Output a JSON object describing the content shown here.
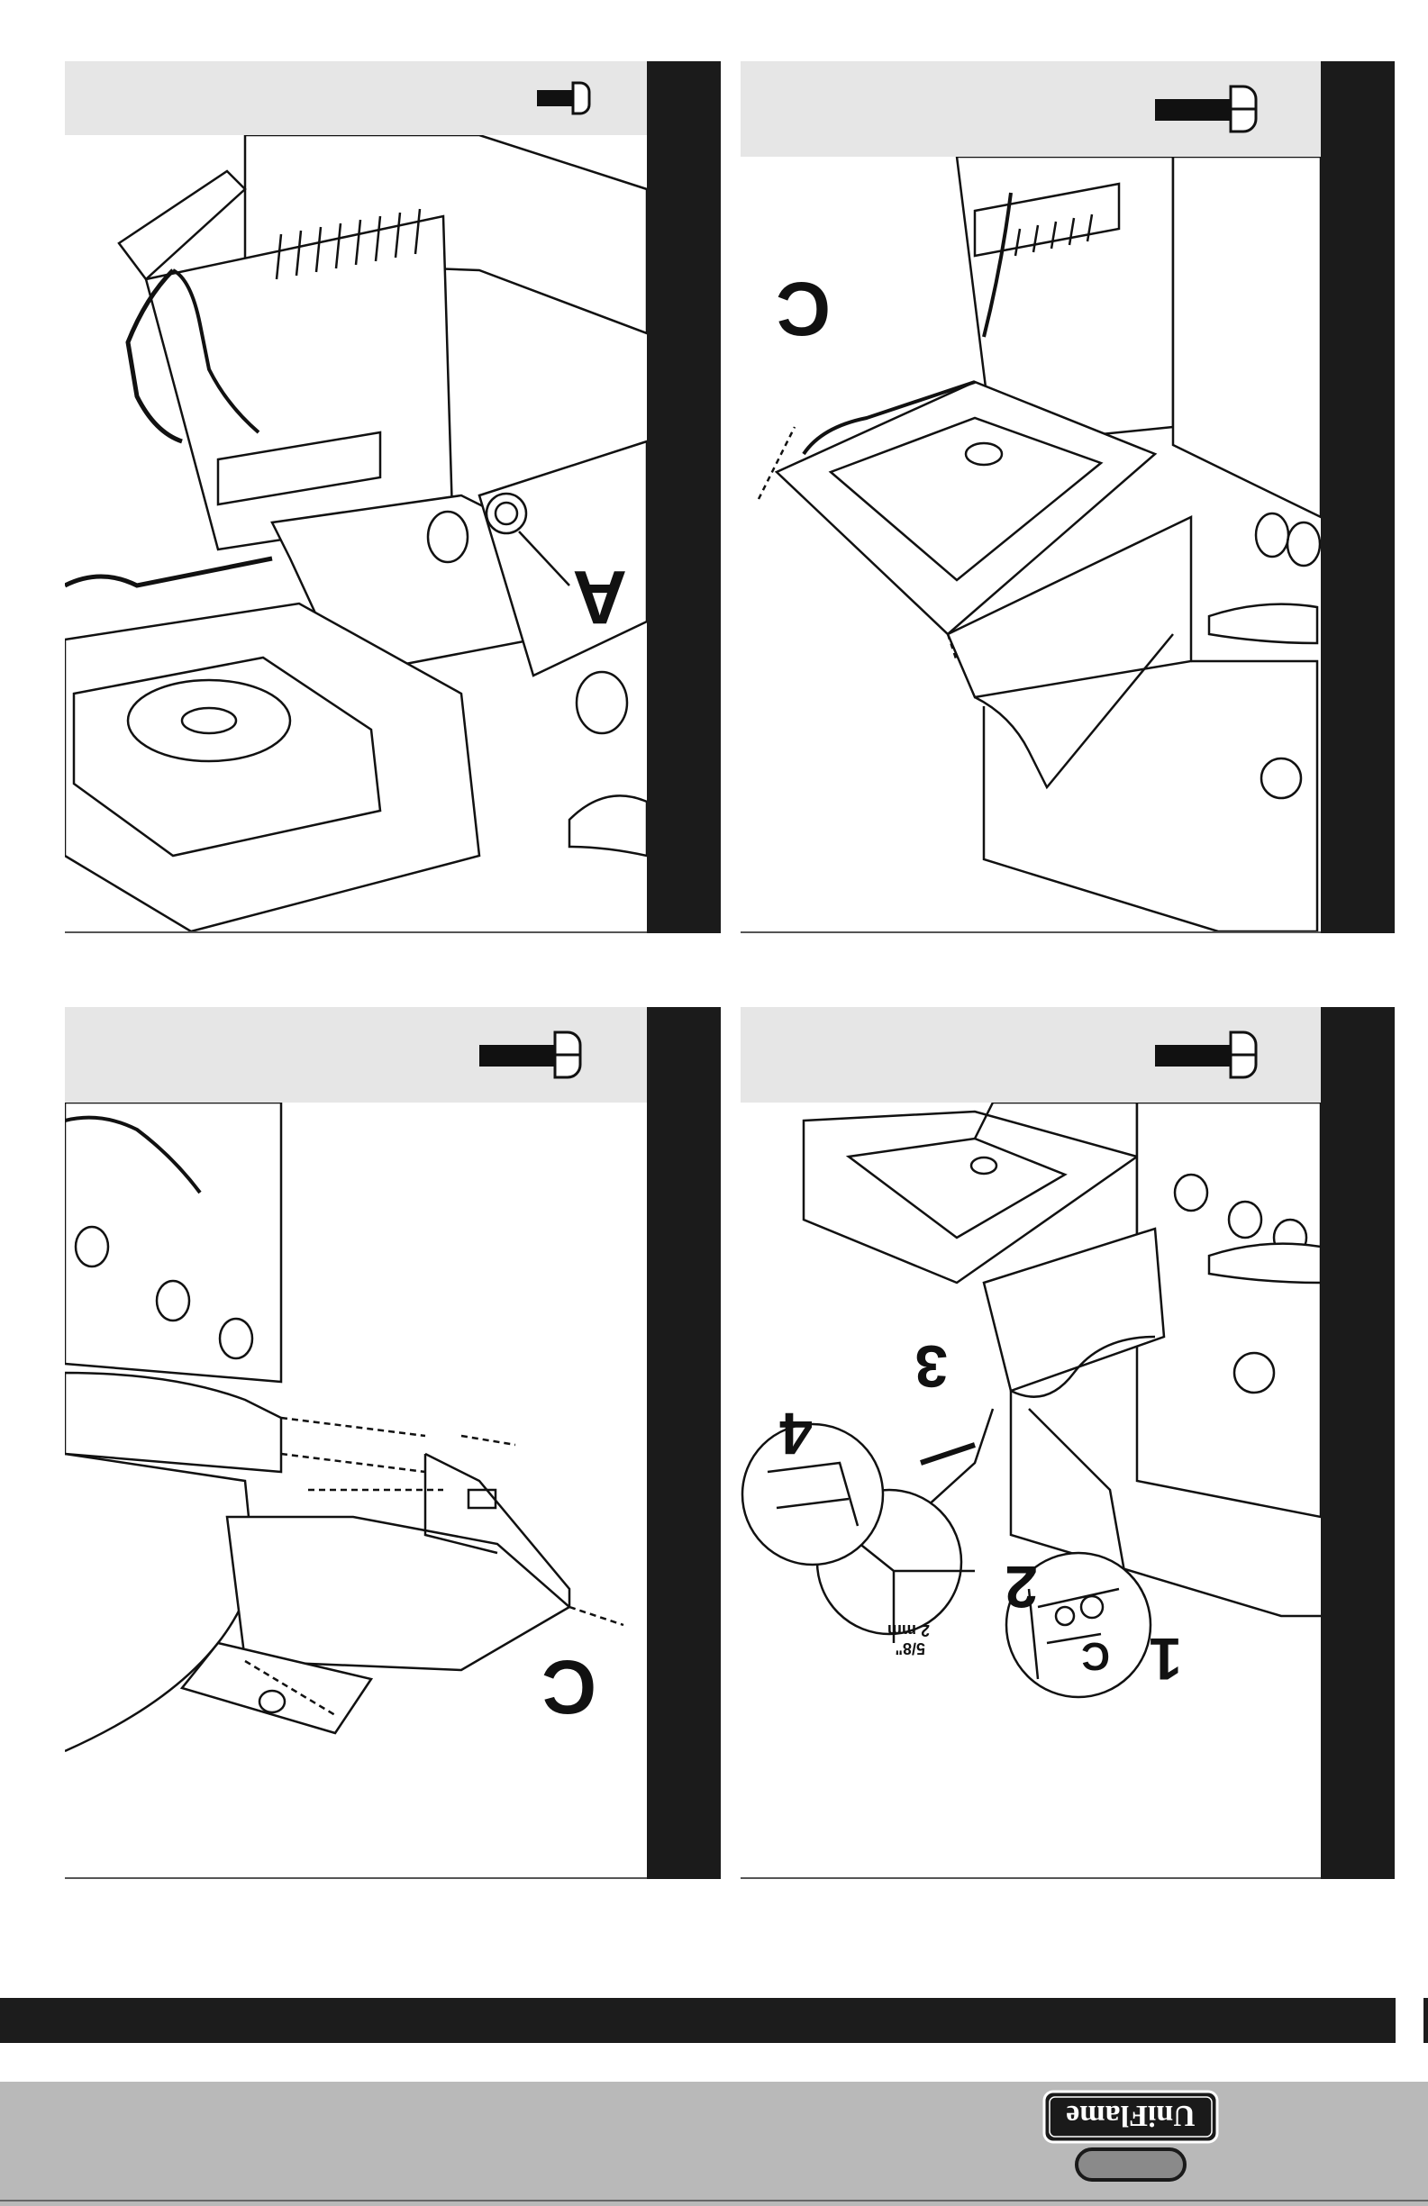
{
  "panels": [
    {
      "id": "top-left",
      "callouts": [
        "A"
      ]
    },
    {
      "id": "top-right",
      "callouts": [
        "C"
      ]
    },
    {
      "id": "bottom-left",
      "callouts": [
        "C"
      ]
    },
    {
      "id": "bottom-right",
      "callouts": [
        "1",
        "2",
        "3",
        "4",
        "C"
      ],
      "bolt_dimensions": [
        "5/8\"",
        "2 mm"
      ]
    }
  ],
  "brand": {
    "logo_text": "UniFlame"
  },
  "colors": {
    "strip": "#1b1b1b",
    "header": "#e6e6e6",
    "footer_bar": "#1c1c1c",
    "footer_band": "#b9b9b9"
  }
}
